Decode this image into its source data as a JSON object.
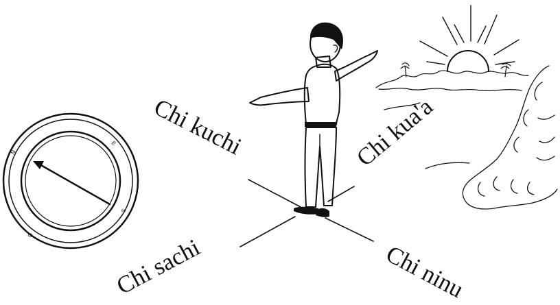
{
  "directions": {
    "north": "Chi kuchi",
    "east": "Chi kua'a",
    "south": "Chi ninu",
    "west": "Chi sachi"
  },
  "compass": {
    "letters": [
      "N",
      "E",
      "S",
      "O"
    ]
  }
}
